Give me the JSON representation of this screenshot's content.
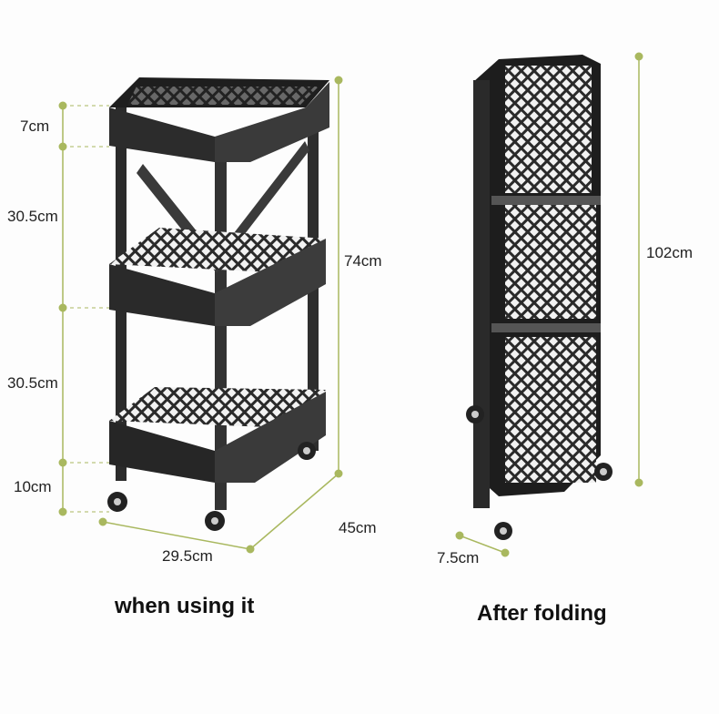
{
  "dimension_color": "#a9b85f",
  "using": {
    "caption": "when using it",
    "heights": [
      "7cm",
      "30.5cm",
      "30.5cm",
      "10cm"
    ],
    "total_height": "74cm",
    "depth": "45cm",
    "width": "29.5cm"
  },
  "folded": {
    "caption": "After folding",
    "height": "102cm",
    "thickness": "7.5cm"
  }
}
